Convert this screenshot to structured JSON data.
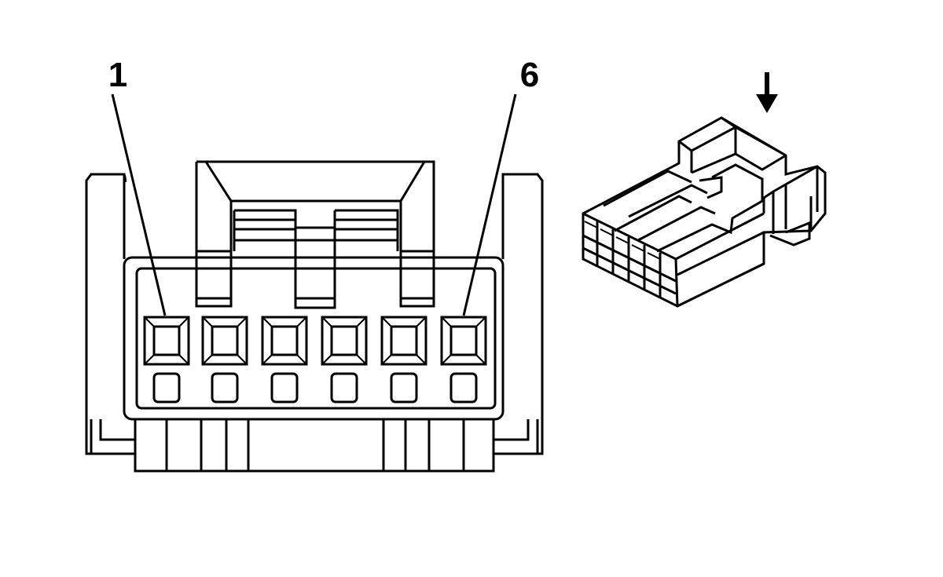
{
  "diagram": {
    "pin_labels": {
      "first": "1",
      "last": "6"
    },
    "pin_count": 6,
    "colors": {
      "stroke": "#000000",
      "background": "#ffffff"
    },
    "icons": [
      "insertion-direction-arrow-icon",
      "connector-isometric-icon"
    ]
  }
}
